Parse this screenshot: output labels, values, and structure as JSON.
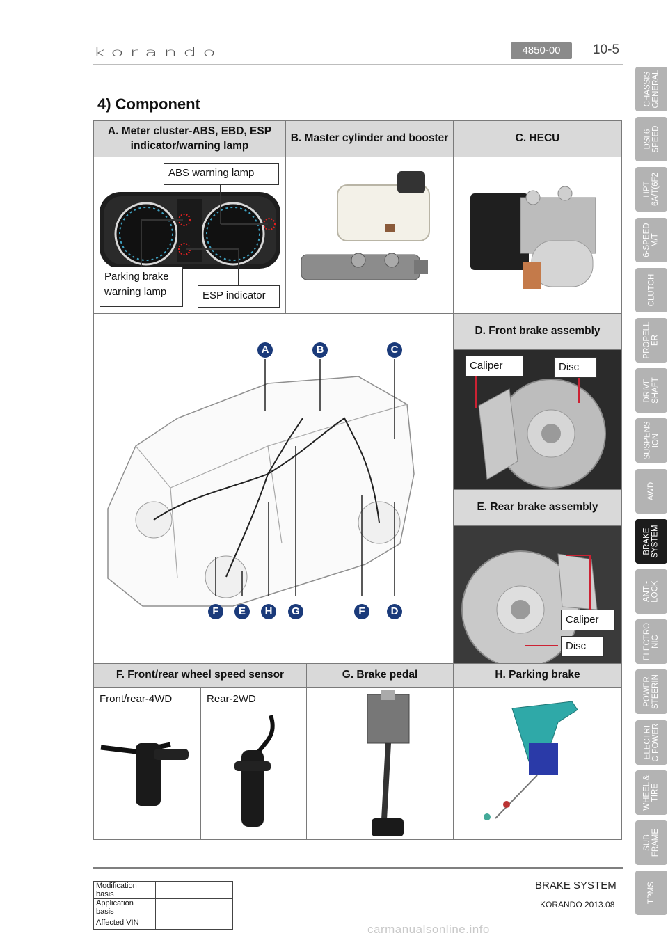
{
  "header": {
    "logo_text": "korando",
    "code": "4850-00",
    "page": "10-5"
  },
  "section_title": "4) Component",
  "table": {
    "a_header": "A. Meter cluster-ABS, EBD, ESP indicator/warning lamp",
    "b_header": "B. Master cylinder and booster",
    "c_header": "C. HECU",
    "d_header": "D. Front brake assembly",
    "e_header": "E. Rear brake assembly",
    "f_header": "F. Front/rear wheel speed sensor",
    "g_header": "G. Brake pedal",
    "h_header": "H. Parking brake",
    "callouts": {
      "abs_lamp": "ABS warning lamp",
      "parking_lamp": "Parking brake warning lamp",
      "esp_indicator": "ESP indicator",
      "front_caliper": "Caliper",
      "front_disc": "Disc",
      "rear_caliper": "Caliper",
      "rear_disc": "Disc"
    },
    "sensor_labels": {
      "front_rear_4wd": "Front/rear-4WD",
      "rear_2wd": "Rear-2WD"
    },
    "diagram_letters_top": [
      "A",
      "B",
      "C"
    ],
    "diagram_letters_bottom": [
      "F",
      "E",
      "H",
      "G",
      "F",
      "D"
    ]
  },
  "side_tabs": [
    {
      "label": "CHASSIS\nGENERAL",
      "active": false
    },
    {
      "label": "DSI 6\nSPEED",
      "active": false
    },
    {
      "label": "HPT\n6A/T(6F2",
      "active": false
    },
    {
      "label": "6-SPEED\nM/T",
      "active": false
    },
    {
      "label": "CLUTCH",
      "active": false
    },
    {
      "label": "PROPELL\nER",
      "active": false
    },
    {
      "label": "DRIVE\nSHAFT",
      "active": false
    },
    {
      "label": "SUSPENS\nION",
      "active": false
    },
    {
      "label": "AWD",
      "active": false
    },
    {
      "label": "BRAKE\nSYSTEM",
      "active": true
    },
    {
      "label": "ANTI-\nLOCK",
      "active": false
    },
    {
      "label": "ELECTRO\nNIC",
      "active": false
    },
    {
      "label": "POWER\nSTEERIN",
      "active": false
    },
    {
      "label": "ELECTRI\nC POWER",
      "active": false
    },
    {
      "label": "WHEEL &\nTIRE",
      "active": false
    },
    {
      "label": "SUB\nFRAME",
      "active": false
    },
    {
      "label": "TPMS",
      "active": false
    }
  ],
  "footer": {
    "rows": [
      "Modification basis",
      "Application basis",
      "Affected VIN"
    ],
    "title": "BRAKE SYSTEM",
    "subtitle": "KORANDO 2013.08",
    "watermark": "carmanualsonline.info"
  }
}
